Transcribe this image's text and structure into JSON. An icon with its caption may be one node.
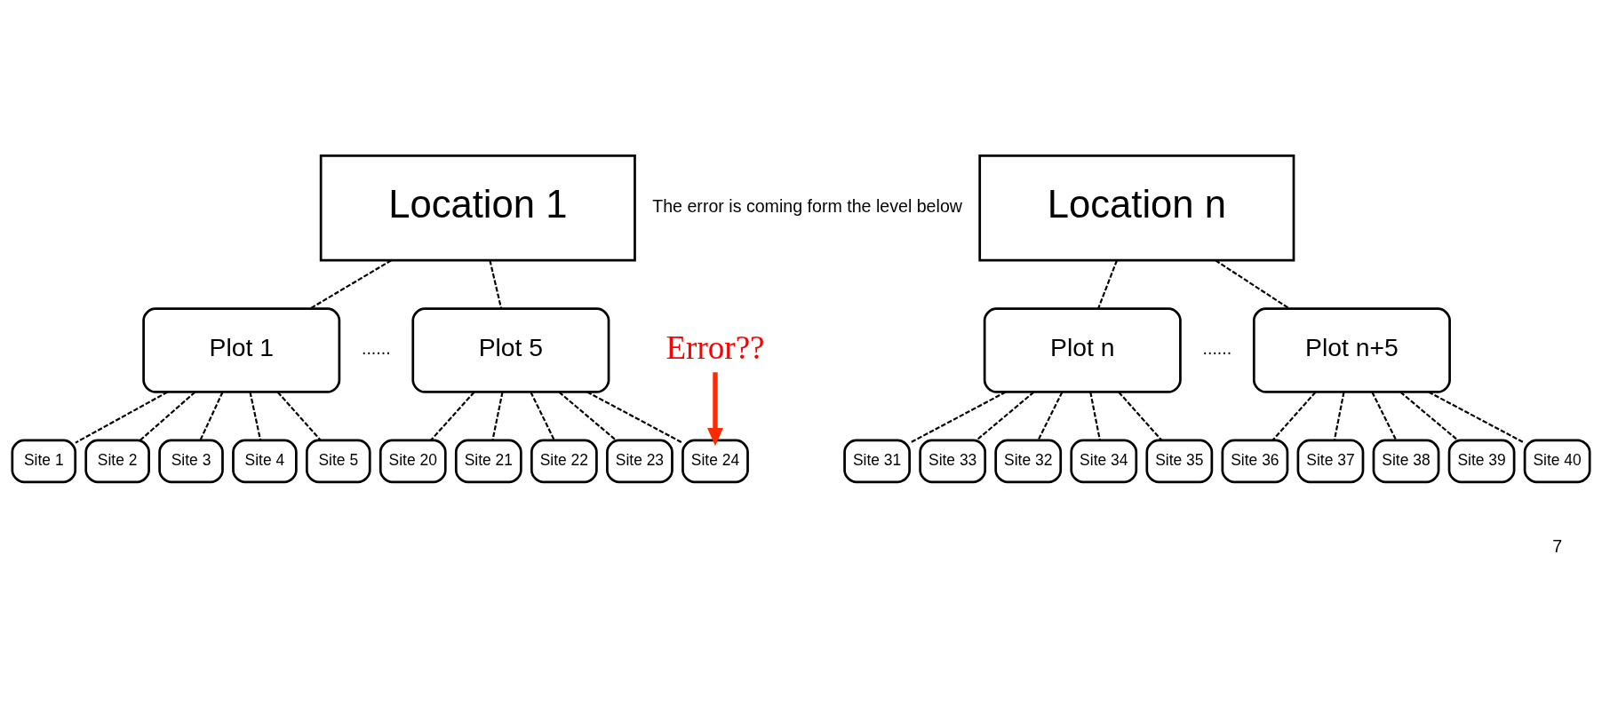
{
  "diagram": {
    "nodes": [
      {
        "text": [
          "Location 1"
        ]
      },
      {
        "text": [
          "Location n"
        ]
      },
      {
        "text": [
          "Plot 1"
        ]
      },
      {
        "text": [
          "Plot 5"
        ]
      },
      {
        "text": [
          "Plot n"
        ]
      },
      {
        "text": [
          "Plot n+5"
        ]
      },
      {
        "text": [
          "Error??"
        ]
      },
      {
        "text": [
          "Site 1"
        ]
      },
      {
        "text": [
          "Site 2"
        ]
      },
      {
        "text": [
          "Site 3"
        ]
      },
      {
        "text": [
          "Site 4"
        ]
      },
      {
        "text": [
          "Site 5"
        ]
      },
      {
        "text": [
          "Site 20"
        ]
      },
      {
        "text": [
          "Site 21"
        ]
      },
      {
        "text": [
          "Site 22"
        ]
      },
      {
        "text": [
          "Site 23"
        ]
      },
      {
        "text": [
          "Site 24"
        ]
      },
      {
        "text": [
          "Site 31"
        ]
      },
      {
        "text": [
          "Site 33"
        ]
      },
      {
        "text": [
          "Site 32"
        ]
      },
      {
        "text": [
          "Site 34"
        ]
      },
      {
        "text": [
          "Site 35"
        ]
      },
      {
        "text": [
          "Site 36"
        ]
      },
      {
        "text": [
          "Site 37"
        ]
      },
      {
        "text": [
          "Site 38"
        ]
      },
      {
        "text": [
          "Site 39"
        ]
      },
      {
        "text": [
          "Site 40"
        ]
      }
    ],
    "edges": [
      {
        "from": 0,
        "to": 2,
        "arrow": "none",
        "style": "dashed"
      },
      {
        "from": 0,
        "to": 3,
        "arrow": "none",
        "style": "dashed"
      },
      {
        "from": 1,
        "to": 4,
        "arrow": "none",
        "style": "dashed"
      },
      {
        "from": 1,
        "to": 5,
        "arrow": "none",
        "style": "dashed"
      },
      {
        "from": 2,
        "to": 7,
        "arrow": "none",
        "style": "dashed"
      },
      {
        "from": 2,
        "to": 8,
        "arrow": "none",
        "style": "dashed"
      },
      {
        "from": 2,
        "to": 9,
        "arrow": "none",
        "style": "dashed"
      },
      {
        "from": 2,
        "to": 10,
        "arrow": "none",
        "style": "dashed"
      },
      {
        "from": 2,
        "to": 11,
        "arrow": "none",
        "style": "dashed"
      },
      {
        "from": 3,
        "to": 12,
        "arrow": "none",
        "style": "dashed"
      },
      {
        "from": 3,
        "to": 13,
        "arrow": "none",
        "style": "dashed"
      },
      {
        "from": 3,
        "to": 14,
        "arrow": "none",
        "style": "dashed"
      },
      {
        "from": 3,
        "to": 15,
        "arrow": "none",
        "style": "dashed"
      },
      {
        "from": 3,
        "to": 16,
        "arrow": "none",
        "style": "dashed"
      },
      {
        "from": 4,
        "to": 17,
        "arrow": "none",
        "style": "dashed"
      },
      {
        "from": 4,
        "to": 18,
        "arrow": "none",
        "style": "dashed"
      },
      {
        "from": 4,
        "to": 19,
        "arrow": "none",
        "style": "dashed"
      },
      {
        "from": 4,
        "to": 20,
        "arrow": "none",
        "style": "dashed"
      },
      {
        "from": 4,
        "to": 21,
        "arrow": "none",
        "style": "dashed"
      },
      {
        "from": 5,
        "to": 22,
        "arrow": "none",
        "style": "dashed"
      },
      {
        "from": 5,
        "to": 23,
        "arrow": "none",
        "style": "dashed"
      },
      {
        "from": 5,
        "to": 24,
        "arrow": "none",
        "style": "dashed"
      },
      {
        "from": 5,
        "to": 25,
        "arrow": "none",
        "style": "dashed"
      },
      {
        "from": 5,
        "to": 26,
        "arrow": "none",
        "style": "dashed"
      },
      {
        "from": 6,
        "to": 16,
        "arrow": "to",
        "style": "thick",
        "color": "#ff2a00"
      }
    ],
    "labels": [
      "The error is coming form the level below",
      "......",
      "......",
      "7"
    ]
  }
}
